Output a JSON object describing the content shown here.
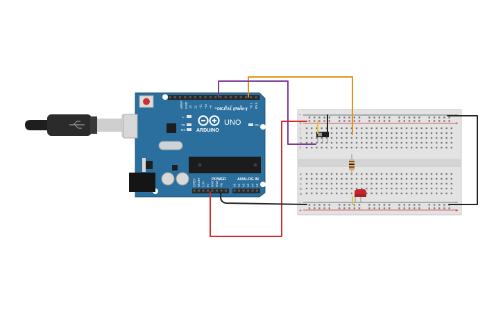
{
  "board": {
    "brand": "ARDUINO",
    "model": "UNO",
    "digital_label": "DIGITAL (PWM~)",
    "power_label": "POWER",
    "analog_label": "ANALOG IN",
    "aref": "AREF",
    "gnd": "GND",
    "led_l": "L",
    "led_tx": "TX",
    "led_rx": "RX",
    "on_label": "ON",
    "digital_pins": [
      "13",
      "12",
      "~11",
      "~10",
      "~9",
      "8",
      "7",
      "~6",
      "~5",
      "4",
      "~3",
      "2",
      "TX 1",
      "RX 0"
    ],
    "power_pins": [
      "IOREF",
      "RESET",
      "3.3V",
      "5V",
      "GND",
      "GND",
      "Vin"
    ],
    "analog_pins": [
      "A0",
      "A1",
      "A2",
      "A3",
      "A4",
      "A5"
    ]
  },
  "breadboard": {
    "rail_plus": "+",
    "rail_minus": "-",
    "row_labels_top": [
      "j",
      "i",
      "h",
      "g",
      "f"
    ],
    "row_labels_bottom": [
      "e",
      "d",
      "c",
      "b",
      "a"
    ],
    "column_count": 30
  },
  "colors": {
    "board": "#2a6f9e",
    "wire_orange": "#e5901a",
    "wire_purple": "#7b3c96",
    "wire_red": "#d42b2b",
    "wire_black": "#222222",
    "led": "#c0282b"
  }
}
